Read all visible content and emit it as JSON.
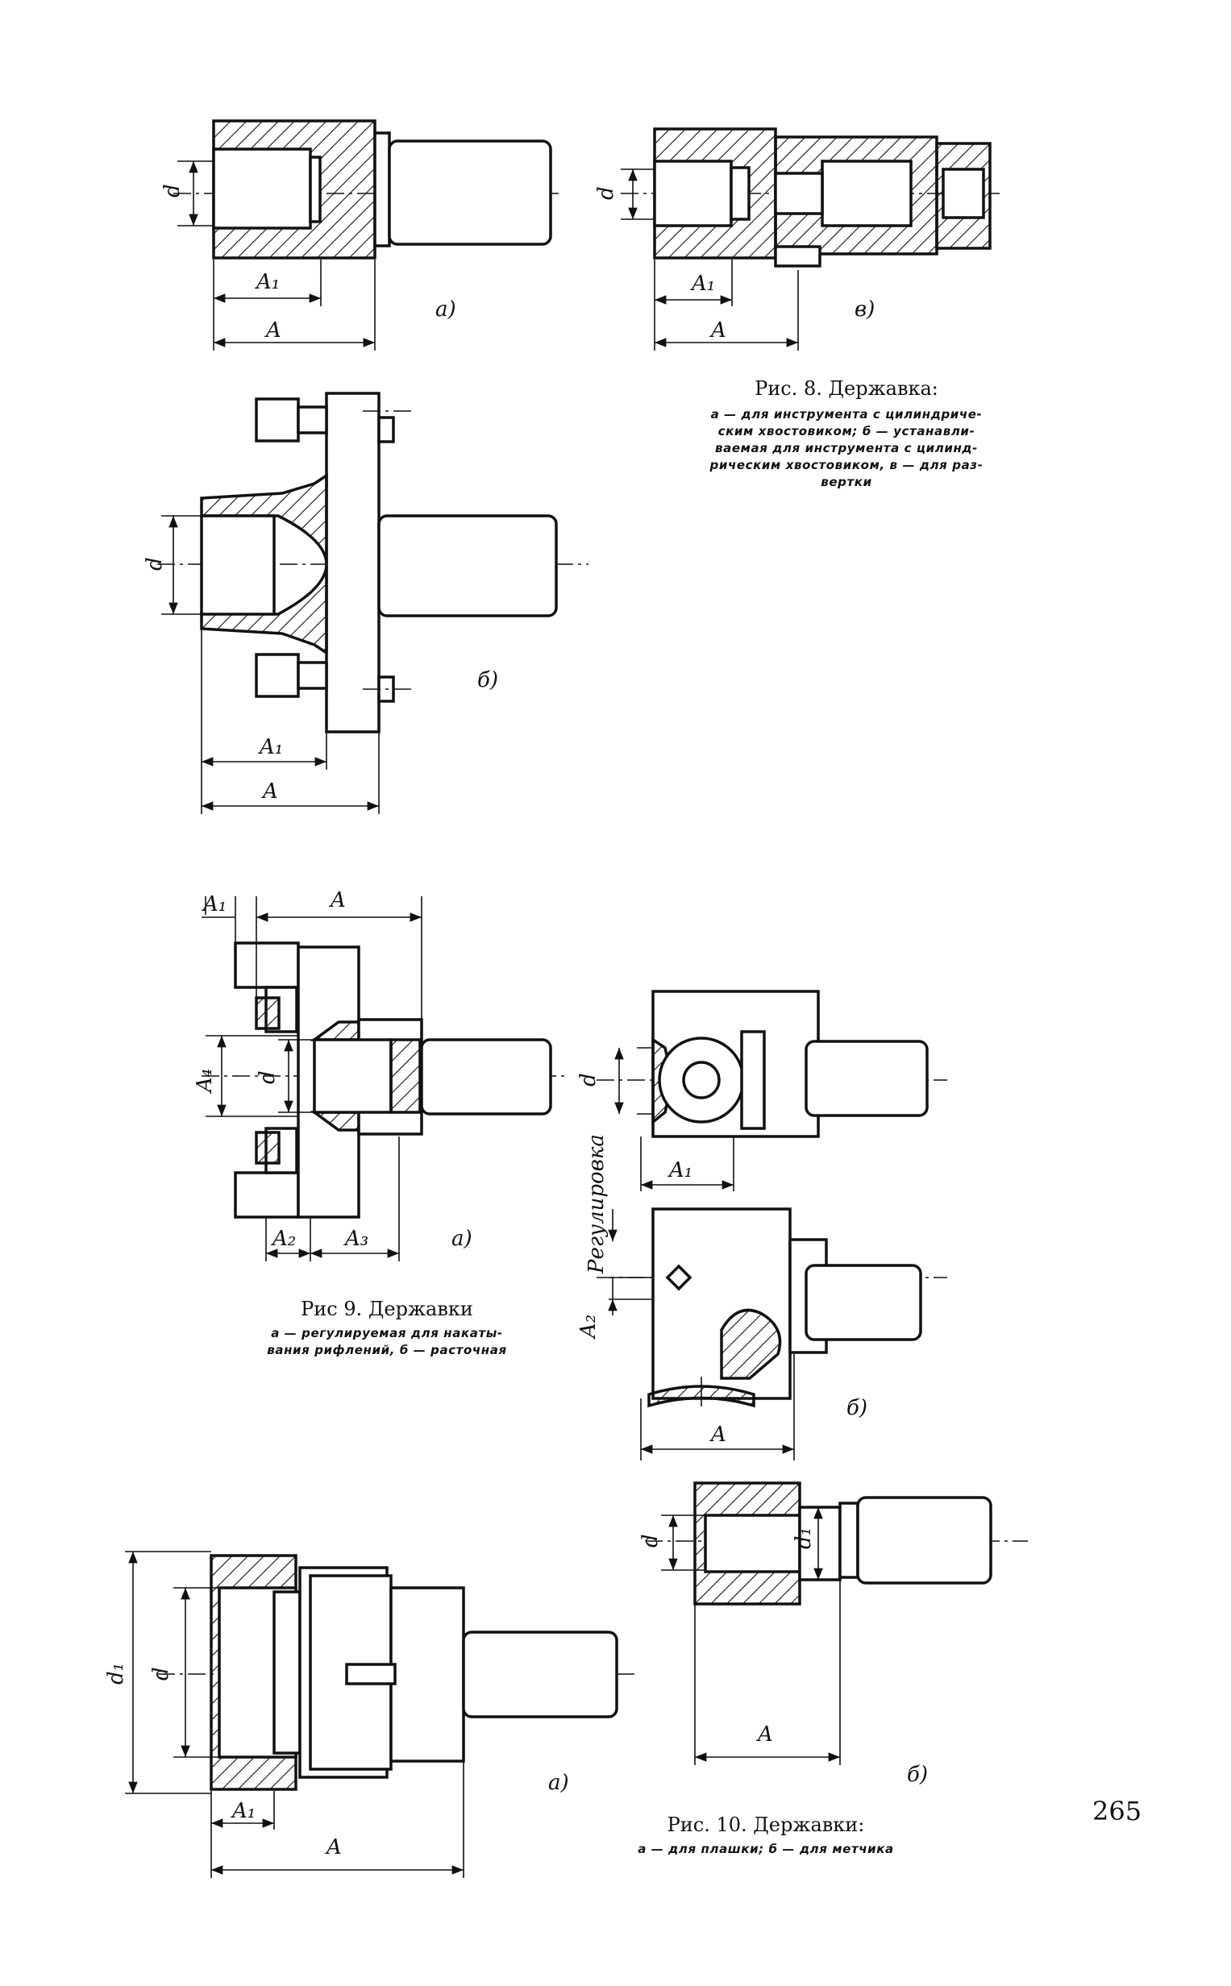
{
  "page_number": "265",
  "fig8": {
    "title": "Рис. 8. Державка:",
    "description_lines": [
      "а — для инструмента с цилиндриче-",
      "ским хвостовиком; б — устанавли-",
      "ваемая для инструмента с цилинд-",
      "рическим хвостовиком, в — для раз-",
      "вертки"
    ],
    "sub_a": "а)",
    "sub_b": "б)",
    "sub_v": "в)"
  },
  "fig9": {
    "title": "Рис  9. Державки",
    "description_lines": [
      "а — регулируемая для накаты-",
      "вания рифлений, б — расточная"
    ],
    "sub_a": "а)",
    "sub_b": "б)",
    "label_regulirovka": "Регулировка"
  },
  "fig10": {
    "title": "Рис. 10. Державки:",
    "description_lines": [
      "а — для плашки; б — для метчика"
    ],
    "sub_a": "а)",
    "sub_b": "б)"
  },
  "dimension_labels": {
    "d": "d",
    "d1": "d₁",
    "A": "A",
    "A1": "A₁",
    "A2": "A₂",
    "A3": "A₃",
    "A4": "A₄"
  }
}
